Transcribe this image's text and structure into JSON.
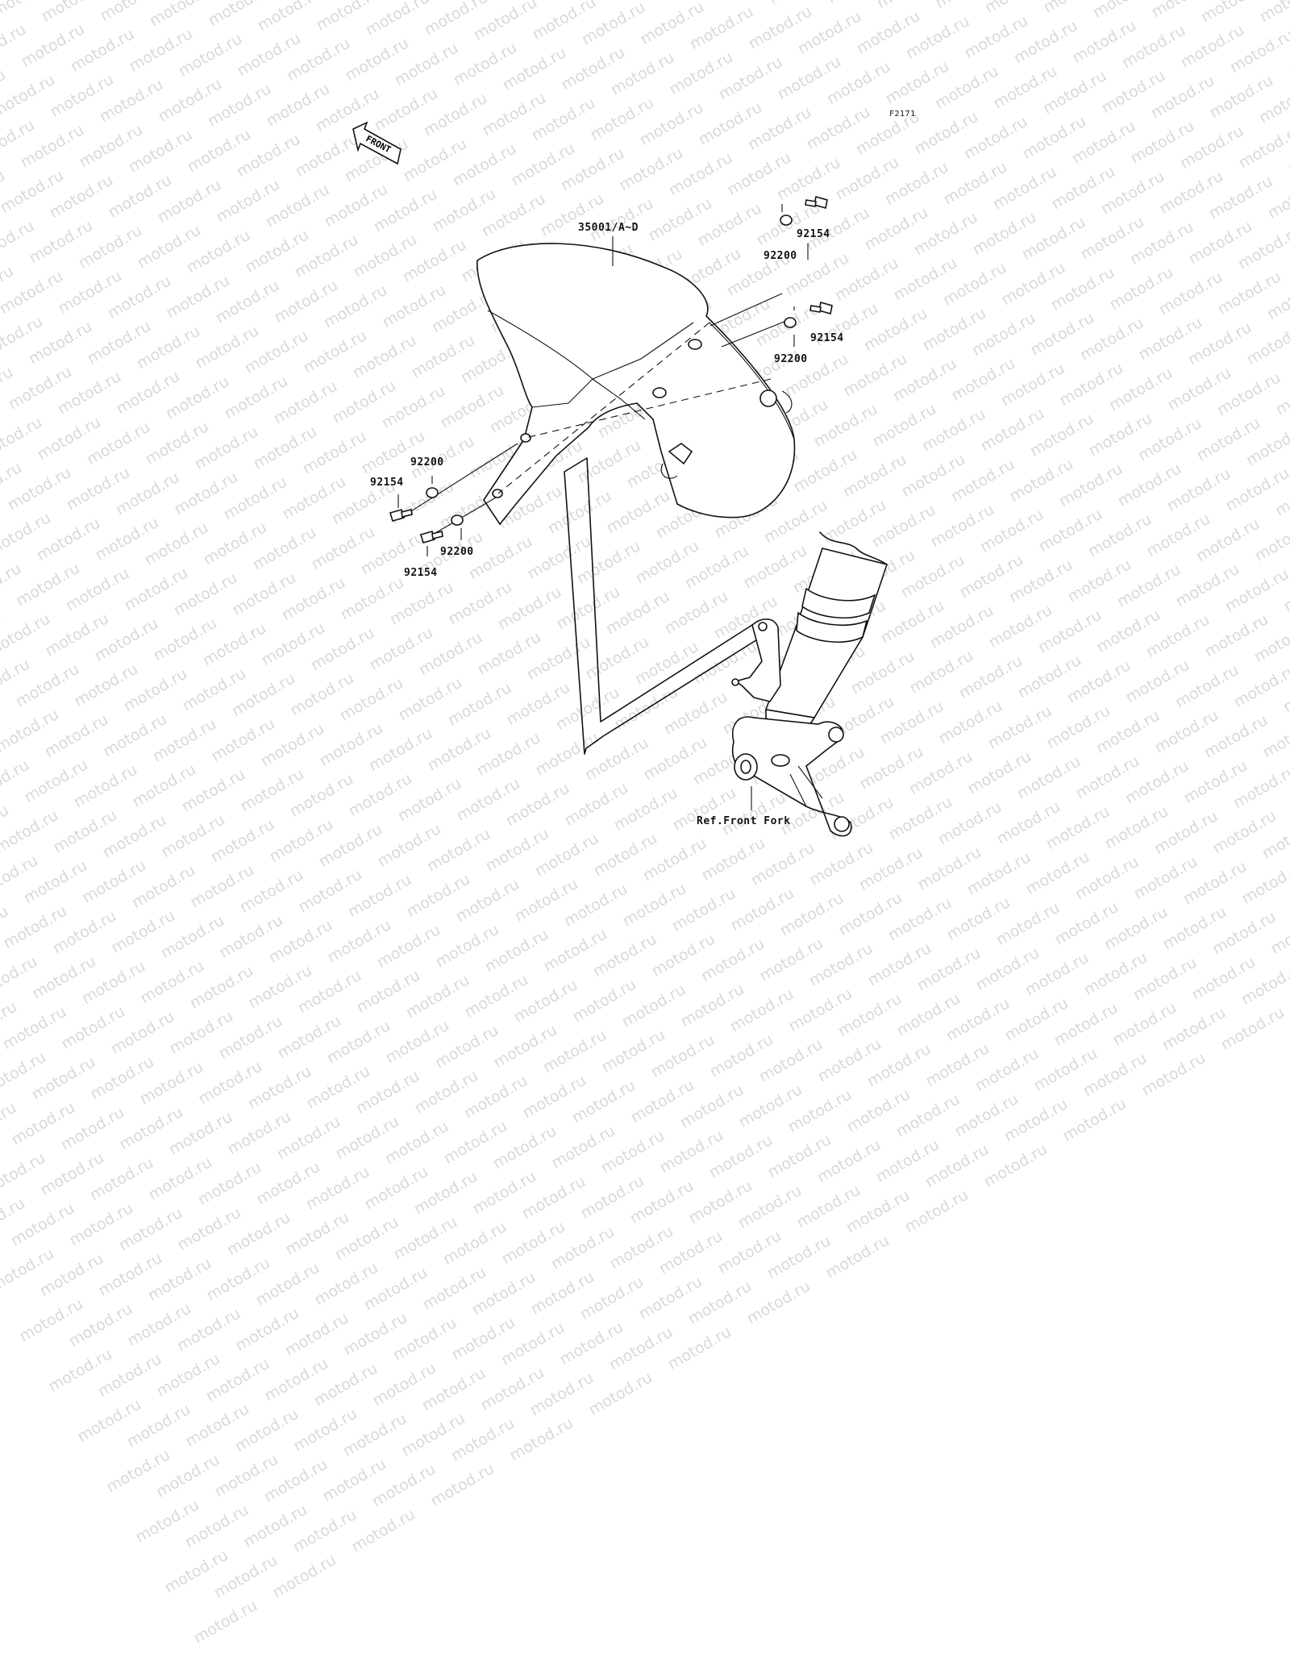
{
  "watermark": "motod.ru",
  "figure_code": "F2171",
  "front_arrow_label": "FRONT",
  "parts": {
    "fender": "35001/A~D",
    "washer": "92200",
    "bolt": "92154"
  },
  "reference": "Ref.Front Fork"
}
